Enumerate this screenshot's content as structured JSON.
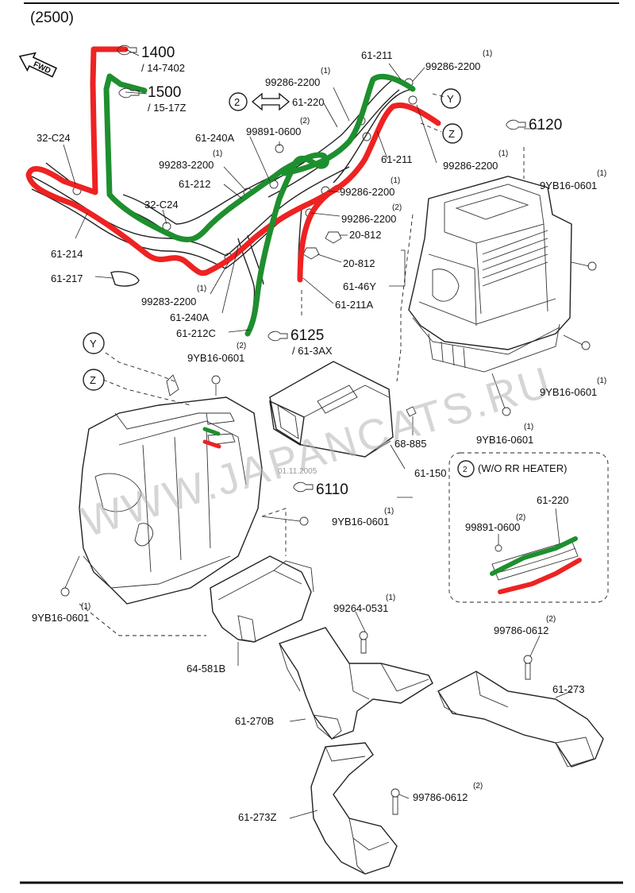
{
  "header": {
    "code": "(2500)"
  },
  "fwd": "FWD",
  "watermark": {
    "text": "WWW.JAPANCATS.RU",
    "date": "01.11.2005"
  },
  "labels": {
    "p1400": "1400",
    "p14_7402": "/ 14-7402",
    "p1500": "1500",
    "p15_17z": "/ 15-17Z",
    "p32c24a": "32-C24",
    "p32c24b": "32-C24",
    "p61_214": "61-214",
    "p61_217": "61-217",
    "p99283_top_qty": "(1)",
    "p99283_top": "99283-2200",
    "p61_212": "61-212",
    "p61_240a_top": "61-240A",
    "p99891_qty": "(2)",
    "p99891": "99891-0600",
    "p99286_a_qty": "(1)",
    "p99286_a": "99286-2200",
    "p61_220": "61-220",
    "p61_211_top": "61-211",
    "p99286_b_qty": "(1)",
    "p99286_b": "99286-2200",
    "p61_211_mid": "61-211",
    "p99286_c_qty": "(1)",
    "p99286_c": "99286-2200",
    "p99286_d_qty": "(1)",
    "p99286_d": "99286-2200",
    "p99286_e_qty": "(2)",
    "p99286_e": "99286-2200",
    "p20_812a": "20-812",
    "p20_812b": "20-812",
    "p61_46y": "61-46Y",
    "p61_211a": "61-211A",
    "p99283_bot_qty": "(1)",
    "p99283_bot": "99283-2200",
    "p61_240a_bot": "61-240A",
    "p61_212c": "61-212C",
    "p6125": "6125",
    "p61_3ax": "/ 61-3AX",
    "p6120": "6120",
    "p9yb_r1_qty": "(1)",
    "p9yb_r1": "9YB16-0601",
    "p9yb_r2_qty": "(1)",
    "p9yb_r2": "9YB16-0601",
    "p9yb_l1_qty": "(2)",
    "p9yb_l1": "9YB16-0601",
    "p9yb_mid_qty": "(1)",
    "p9yb_mid": "9YB16-0601",
    "p9yb_6110_qty": "(1)",
    "p9yb_6110": "9YB16-0601",
    "p9yb_lo_qty": "(1)",
    "p9yb_lo": "9YB16-0601",
    "p68_885": "68-885",
    "p61_150": "61-150",
    "p6110": "6110",
    "inset_title": "(W/O RR HEATER)",
    "inset_61_220": "61-220",
    "inset_99891_qty": "(2)",
    "inset_99891": "99891-0600",
    "p64_581b": "64-581B",
    "p99264_qty": "(1)",
    "p99264": "99264-0531",
    "p99786_a_qty": "(2)",
    "p99786_a": "99786-0612",
    "p61_273": "61-273",
    "p61_270b": "61-270B",
    "p99786_b_qty": "(2)",
    "p99786_b": "99786-0612",
    "p61_273z": "61-273Z"
  },
  "callouts": {
    "y1": "Y",
    "z1": "Z",
    "y2": "Y",
    "z2": "Z",
    "two_a": "2",
    "two_b": "2"
  },
  "colors": {
    "red_marker": "#ee2222",
    "green_marker": "#1e8f2e"
  }
}
